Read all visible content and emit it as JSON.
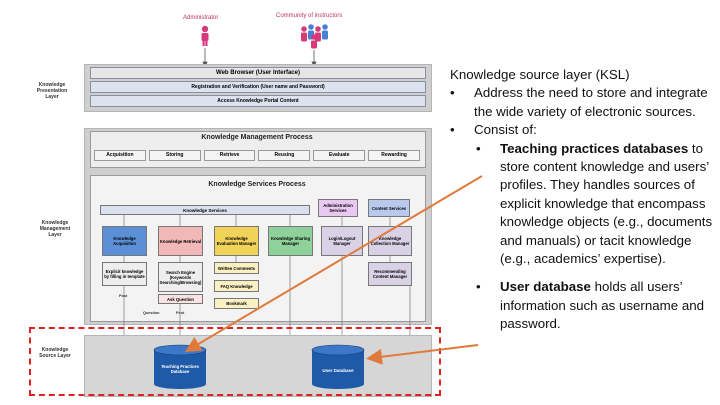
{
  "diagram": {
    "actors": {
      "administrator": "Administrator",
      "community": "Community of instructors"
    },
    "layers": {
      "presentation": "Knowledge Presentation Layer",
      "management": "Knowledge Management Layer",
      "source": "Knowledge Source Layer"
    },
    "presentation": {
      "web_browser": "Web Browser (User Interface)",
      "registration": "Registration and Verification (User name and Password)",
      "access": "Access Knowledge Portal Content"
    },
    "km_process": {
      "title": "Knowledge Management Process",
      "steps": [
        "Acquisition",
        "Storing",
        "Retrieve",
        "Reusing",
        "Evaluate",
        "Rewarding"
      ]
    },
    "ks_process": {
      "title": "Knowledge Services Process",
      "services_bar": "Knowledge Services",
      "admin_services": "Administration Services",
      "content_services": "Content Services",
      "acquisition": "Knowledge Acquisition",
      "retrieval": "Knowledge Retrieval",
      "evaluation": "Knowledge Evaluation Manager",
      "sharing": "Knowledge Sharing Manager",
      "login": "Login/Logout Manager",
      "collection": "Knowledge Collection Manager",
      "recommending": "Recommending Content Manager",
      "explicit": "Explicit knowledge by filling in template",
      "search": "Search Engine (Keywords Searching/Browsing)",
      "comments": "Written Comments",
      "faq": "FAQ Knowledge",
      "bookmark": "Bookmark",
      "ask": "Ask Question",
      "post": "Post",
      "question": "Question",
      "post2": "Post"
    },
    "databases": {
      "teaching": "Teaching Practices Database",
      "user": "User Database"
    }
  },
  "ksl": {
    "title": "Knowledge source layer (KSL)",
    "bullet": "•",
    "point1": "Address the need to store and integrate the wide variety of electronic sources.",
    "point2": "Consist of:",
    "sub1_bold": "Teaching practices databases",
    "sub1_rest": " to store content knowledge and users’ profiles. They handles sources of explicit knowledge that encompass knowledge objects (e.g., documents and manuals) or tacit knowledge (e.g., academics’ expertise).",
    "sub2_bold": "User database",
    "sub2_rest": " holds all users’ information such as username and password."
  },
  "colors": {
    "acquisition": "#5b8fd6",
    "retrieval": "#f2b8b8",
    "evaluation": "#f2d35a",
    "sharing": "#8fd19a",
    "login": "#d9d2e6",
    "admin": "#e9c9f2",
    "content": "#b9c9ee",
    "database": "#1f5aa8",
    "arrow": "#e07a3c",
    "dashed": "#d22222"
  }
}
